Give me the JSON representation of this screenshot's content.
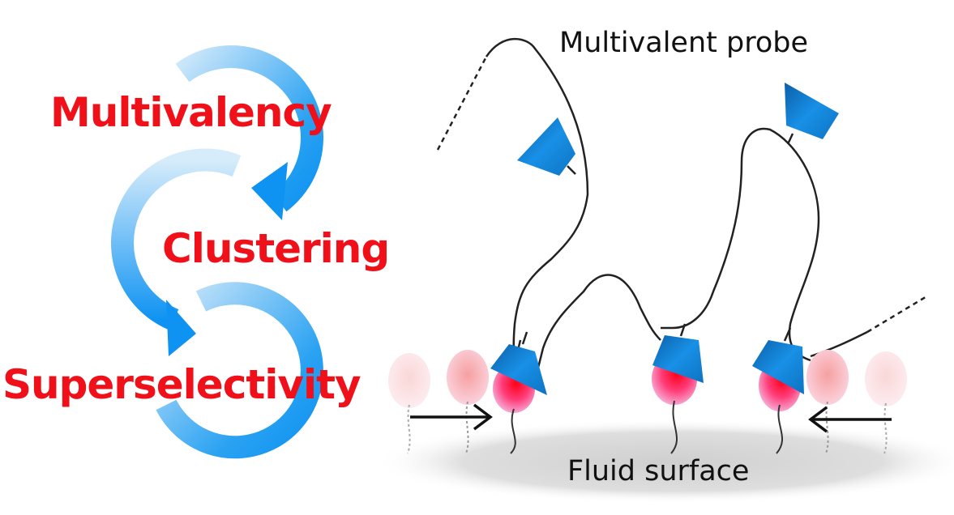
{
  "figure": {
    "title": "Multivalent probe binding on a fluid surface",
    "cycle": {
      "labels": [
        "Multivalency",
        "Clustering",
        "Superselectivity"
      ],
      "arrow_color": "#1a9af0",
      "text_color": "#f0101a"
    },
    "diagram": {
      "probe_label": "Multivalent probe",
      "surface_label": "Fluid surface",
      "ligand_color": "#1e8fe0",
      "receptor_color": "#ff1a40"
    }
  }
}
